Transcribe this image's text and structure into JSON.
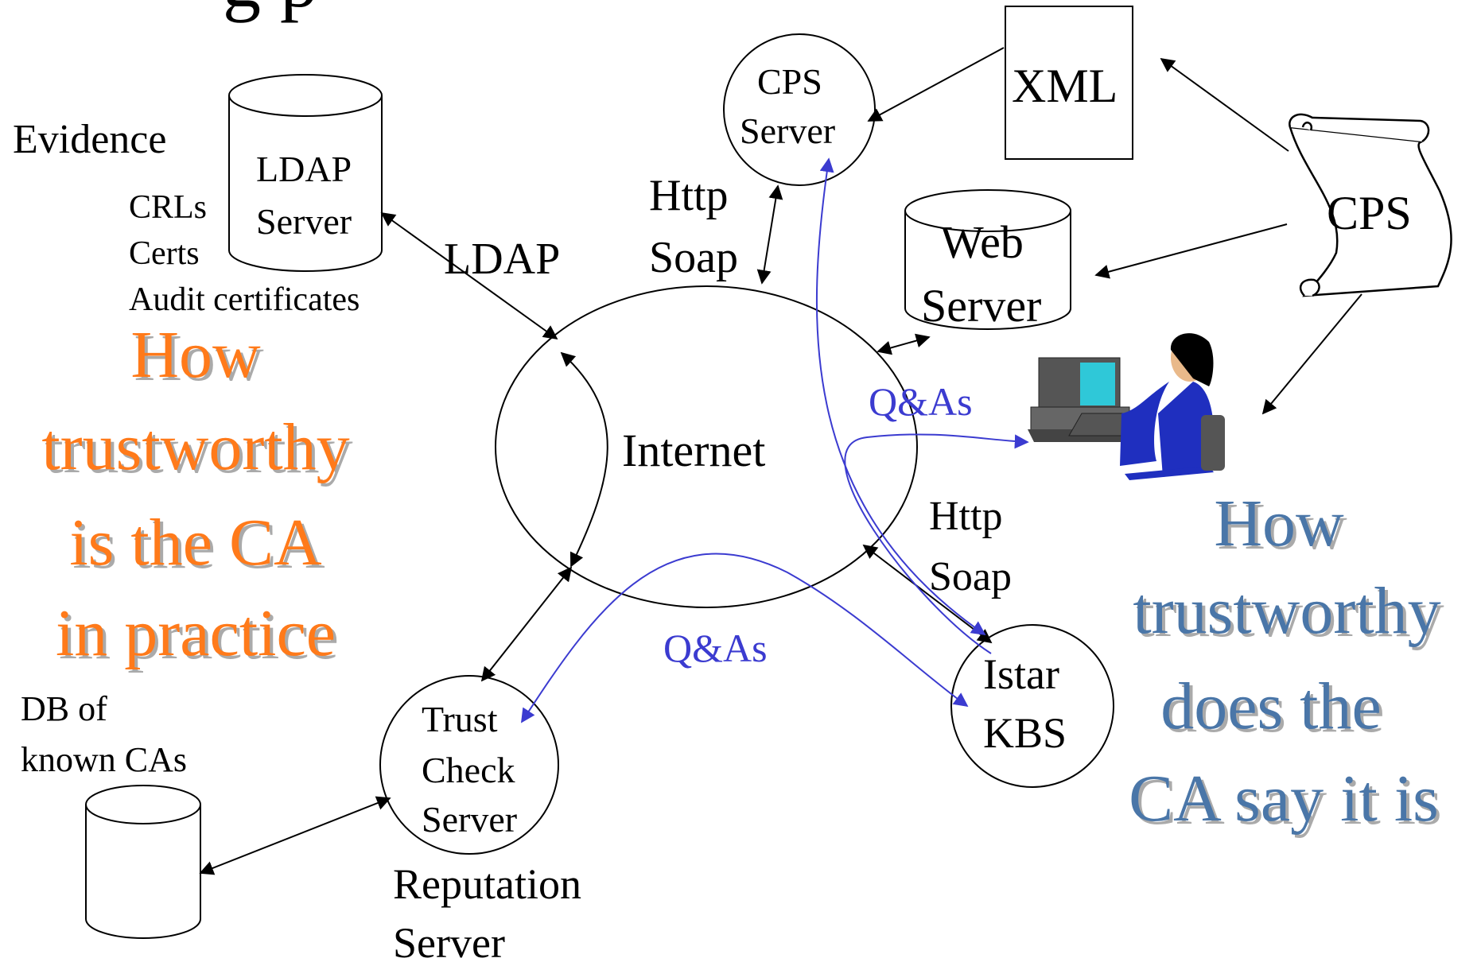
{
  "title_fragment": "g      p",
  "labels": {
    "evidence": "Evidence",
    "ldap_server": [
      "LDAP",
      "Server"
    ],
    "crls": "CRLs",
    "certs": "Certs",
    "audit": "Audit certificates",
    "ldap": "LDAP",
    "cps_server": [
      "CPS",
      "Server"
    ],
    "xml": "XML",
    "http_soap_top": [
      "Http",
      "Soap"
    ],
    "web_server": [
      "Web",
      "Server"
    ],
    "cps": "CPS",
    "internet": "Internet",
    "qa_right": "Q&As",
    "qa_bottom": "Q&As",
    "http_soap_right": [
      "Http",
      "Soap"
    ],
    "istar_kbs": [
      "Istar",
      "KBS"
    ],
    "trust_check": [
      "Trust",
      "Check",
      "Server"
    ],
    "reputation_server": [
      "Reputation",
      "Server"
    ],
    "db_known_cas": [
      "DB of",
      "known CAs"
    ]
  },
  "questions": {
    "left": [
      "How",
      "trustworthy",
      "is the CA",
      "in practice"
    ],
    "right": [
      "How",
      "trustworthy",
      "does the",
      "CA say it is"
    ]
  },
  "colors": {
    "orange": "#ff7a1a",
    "blue_text": "#4a76a8",
    "blue_line": "#3b3bd0",
    "line": "#000000"
  }
}
